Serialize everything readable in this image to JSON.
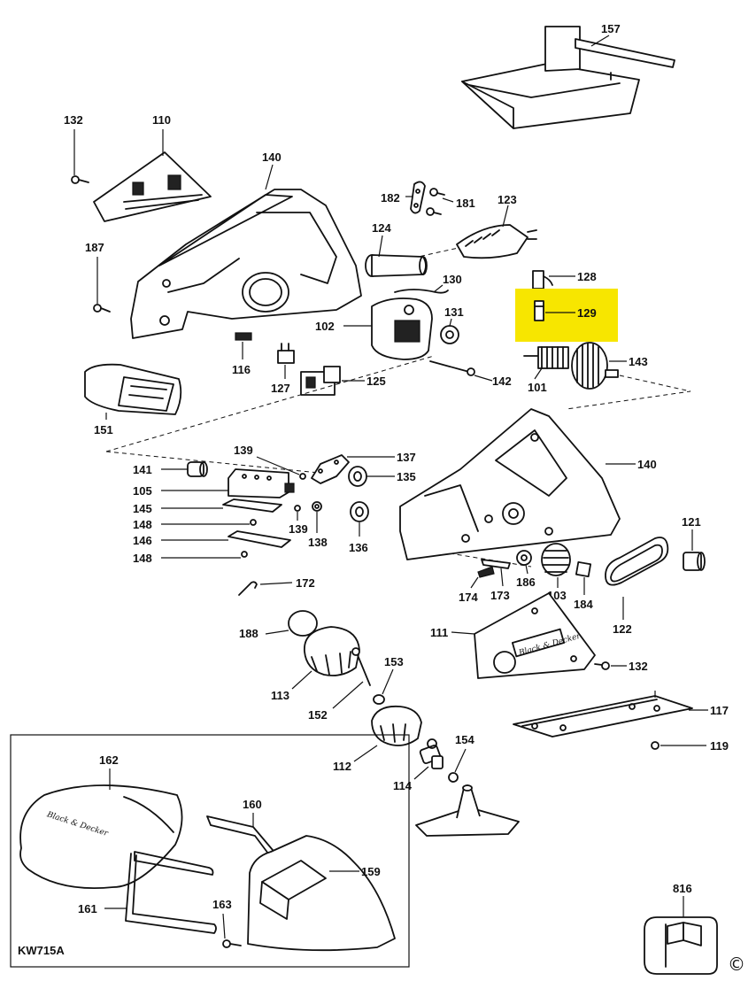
{
  "drawing_code": "KW715A",
  "copyright_symbol": "©",
  "highlight_color": "#f7e600",
  "brand_text": "Black & Decker",
  "labels": {
    "p157": "157",
    "p132a": "132",
    "p110": "110",
    "p140a": "140",
    "p182": "182",
    "p181": "181",
    "p123": "123",
    "p187": "187",
    "p124": "124",
    "p130": "130",
    "p128": "128",
    "p129": "129",
    "p131": "131",
    "p102": "102",
    "p143": "143",
    "p116": "116",
    "p127": "127",
    "p125": "125",
    "p142": "142",
    "p101": "101",
    "p151": "151",
    "p139a": "139",
    "p137": "137",
    "p140b": "140",
    "p141": "141",
    "p135": "135",
    "p105": "105",
    "p145": "145",
    "p148a": "148",
    "p139b": "139",
    "p138": "138",
    "p136": "136",
    "p146": "146",
    "p148b": "148",
    "p121": "121",
    "p172": "172",
    "p186": "186",
    "p174": "174",
    "p173": "173",
    "p103": "103",
    "p184": "184",
    "p122": "122",
    "p188": "188",
    "p111": "111",
    "p153": "153",
    "p132b": "132",
    "p113": "113",
    "p152": "152",
    "p117": "117",
    "p154": "154",
    "p119": "119",
    "p112": "112",
    "p114": "114",
    "p162": "162",
    "p160": "160",
    "p159": "159",
    "p163": "163",
    "p161": "161",
    "p816": "816"
  }
}
